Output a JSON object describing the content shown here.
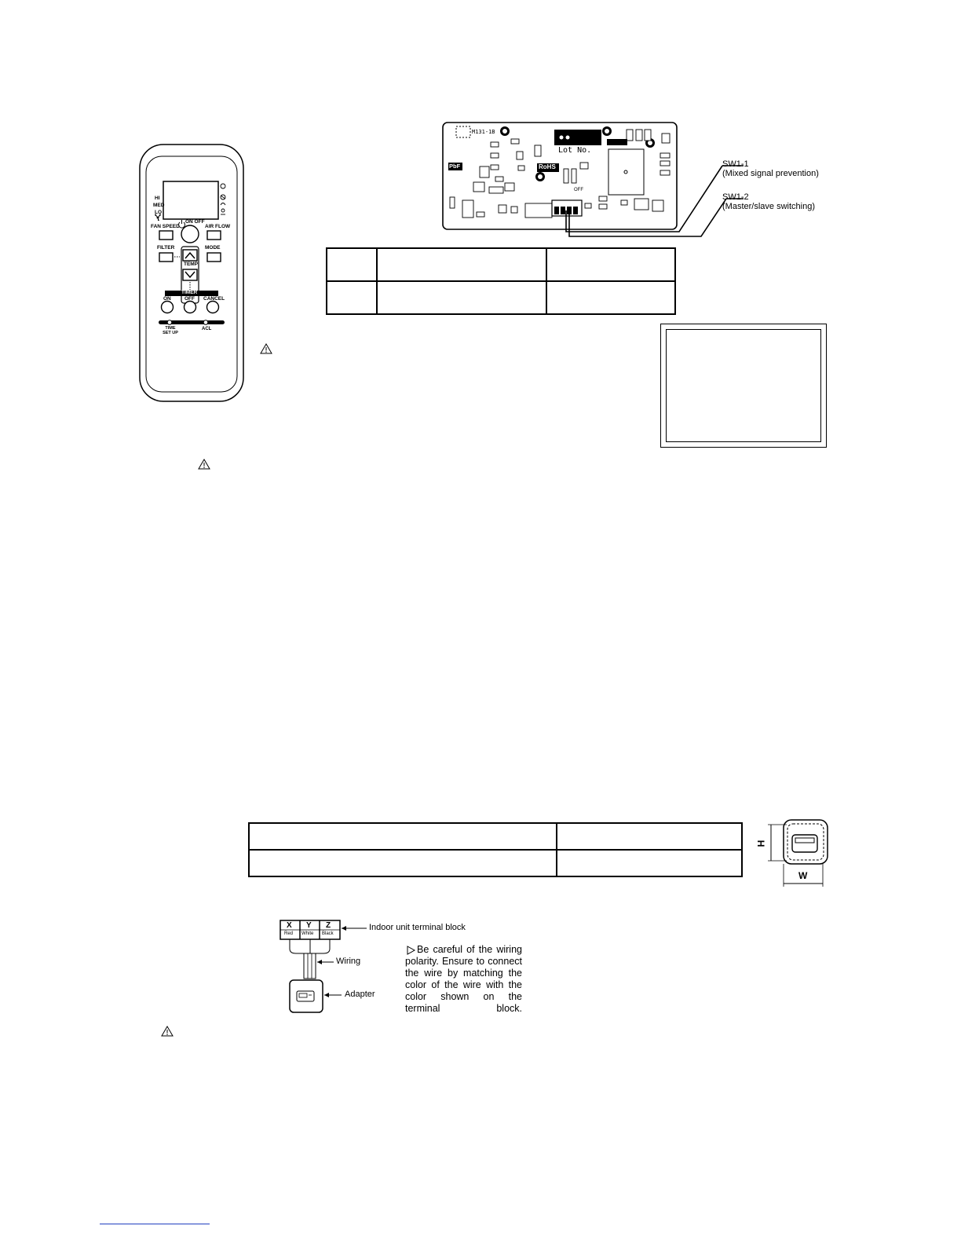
{
  "remote": {
    "lcd_labels": [
      "HI",
      "MED",
      "LO"
    ],
    "buttons": {
      "fan_speed": "FAN SPEED",
      "on_off": "ON OFF",
      "air_flow": "AIR FLOW",
      "filter": "FILTER",
      "mode": "MODE",
      "temp": "TEMP",
      "timer": "TIMER",
      "timer_on": "ON",
      "timer_off": "OFF",
      "cancel": "CANCEL",
      "time_set_up": "TIME SET UP",
      "acl": "ACL"
    }
  },
  "pcb": {
    "silk": {
      "part_no": "M131-1B",
      "lot": "Lot No.",
      "rohs": "RoHS",
      "pbf": "PbF",
      "off": "OFF"
    },
    "callouts": [
      {
        "id": "SW1-1",
        "desc": "(Mixed signal prevention)"
      },
      {
        "id": "SW1-2",
        "desc": "(Master/slave switching)"
      }
    ]
  },
  "wiring": {
    "terminals": [
      {
        "letter": "X",
        "color": "Red"
      },
      {
        "letter": "Y",
        "color": "White"
      },
      {
        "letter": "Z",
        "color": "Black"
      }
    ],
    "terminal_block_label": "Indoor unit terminal block",
    "wiring_label": "Wiring",
    "adapter_label": "Adapter",
    "note": "Be careful of the wiring polarity. Ensure to connect the wire by matching the color of the wire with the color shown on the terminal block."
  },
  "dimension": {
    "h_label": "H",
    "w_label": "W"
  },
  "colors": {
    "ink": "#000000",
    "paper": "#ffffff",
    "board_fill": "#f2f2f2",
    "footer_line": "#1f3fbf"
  }
}
